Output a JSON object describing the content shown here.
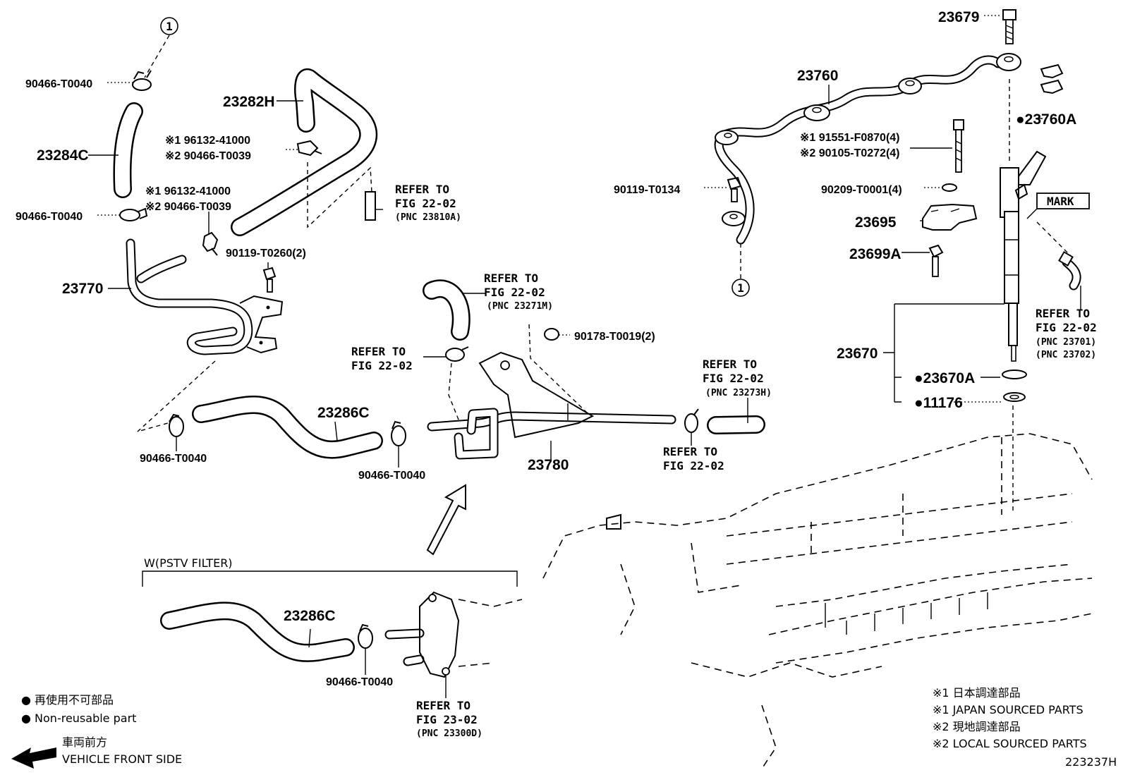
{
  "parts": {
    "p23679": "23679",
    "p23760": "23760",
    "p23760A": "●23760A",
    "p23282H": "23282H",
    "p23284C": "23284C",
    "p23770": "23770",
    "p23286C_a": "23286C",
    "p23286C_b": "23286C",
    "p23780": "23780",
    "p23695": "23695",
    "p23699A": "23699A",
    "p23670": "23670",
    "p23670A": "●23670A",
    "p11176": "●11176",
    "c90466_1": "90466-T0040",
    "c90466_2": "90466-T0040",
    "c90466_3": "90466-T0040",
    "c90466_4": "90466-T0040",
    "c90466_5": "90466-T0040",
    "n1_top": "※1 96132-41000",
    "n2_top": "※2 90466-T0039",
    "n1_mid": "※1 96132-41000",
    "n2_mid": "※2 90466-T0039",
    "b90119_a": "90119-T0260(2)",
    "b90178": "90178-T0019(2)",
    "b90119_b": "90119-T0134",
    "n1_right": "※1 91551-F0870(4)",
    "n2_right": "※2 90105-T0272(4)",
    "w90209": "90209-T0001(4)",
    "mark": "MARK",
    "circle1": "1",
    "circle2": "1",
    "w_filter": "W(PSTV FILTER)",
    "diagram_code": "223237H"
  },
  "refs": {
    "r1": [
      "REFER TO",
      "FIG 22-02",
      "(PNC 23810A)"
    ],
    "r2": [
      "REFER TO",
      "FIG 22-02",
      "(PNC 23271M)"
    ],
    "r3": [
      "REFER TO",
      "FIG 22-02"
    ],
    "r4": [
      "REFER TO",
      "FIG 22-02",
      "(PNC 23273H)"
    ],
    "r5": [
      "REFER TO",
      "FIG 22-02"
    ],
    "r6": [
      "REFER TO",
      "FIG 22-02",
      "(PNC 23701)",
      "(PNC 23702)"
    ],
    "r7": [
      "REFER TO",
      "FIG 23-02",
      "(PNC 23300D)"
    ]
  },
  "legend": {
    "non_reuse_jp": "● 再使用不可部品",
    "non_reuse_en": "● Non-reusable part",
    "front_jp": "車両前方",
    "front_en": "VEHICLE FRONT SIDE",
    "n1_jp": "※1 日本調達部品",
    "n1_en": "※1 JAPAN SOURCED PARTS",
    "n2_jp": "※2 現地調達部品",
    "n2_en": "※2 LOCAL SOURCED PARTS"
  }
}
